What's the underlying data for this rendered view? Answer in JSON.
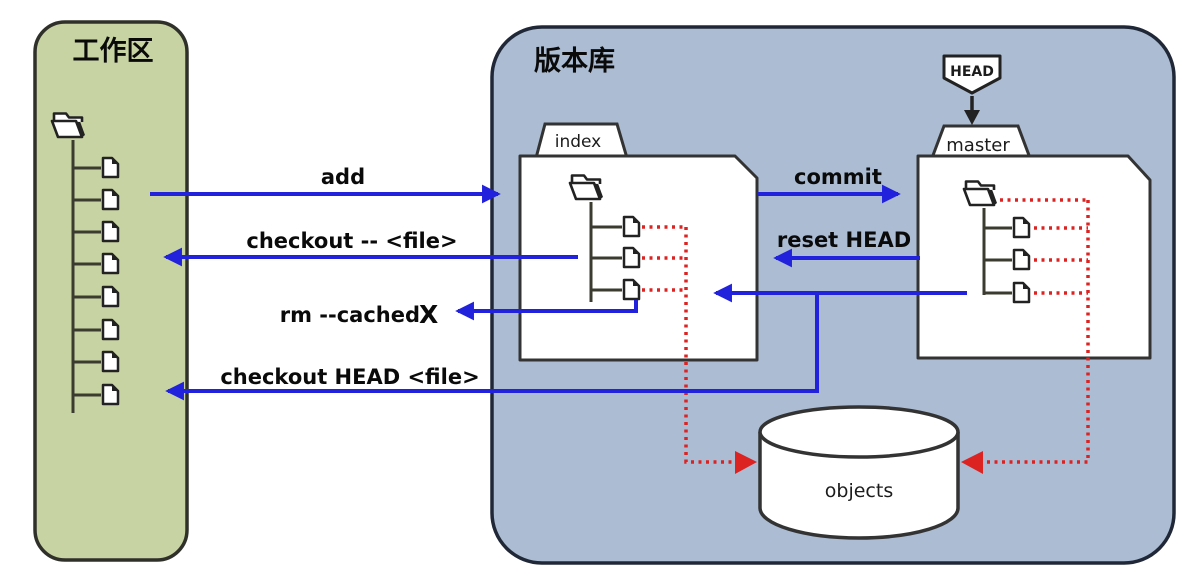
{
  "panels": {
    "working_area": {
      "title": "工作区"
    },
    "repository": {
      "title": "版本库"
    }
  },
  "nodes": {
    "index": {
      "label": "index",
      "file_count": 3
    },
    "master": {
      "label": "master",
      "file_count": 3
    },
    "head": {
      "label": "HEAD"
    },
    "objects": {
      "label": "objects"
    },
    "working_tree": {
      "file_count": 8
    }
  },
  "arrows": {
    "add": {
      "label": "add",
      "from": "working-area",
      "to": "index",
      "style": "solid-blue"
    },
    "commit": {
      "label": "commit",
      "from": "index",
      "to": "master",
      "style": "solid-blue"
    },
    "checkout_file": {
      "label": "checkout -- <file>",
      "from": "index",
      "to": "working-area",
      "style": "solid-blue"
    },
    "reset_head": {
      "label": "reset HEAD",
      "from": "master",
      "to": "index",
      "style": "solid-blue"
    },
    "rm_cached": {
      "label": "rm --cached",
      "x_mark": "X",
      "from": "index",
      "to": "working-area",
      "style": "solid-blue"
    },
    "checkout_head_file": {
      "label": "checkout HEAD <file>",
      "from": "master",
      "to": "working-area",
      "style": "solid-blue"
    },
    "object_links": {
      "style": "dotted-red",
      "description-icon": "red-dotted-arrow"
    }
  },
  "colors": {
    "blue_arrow": "#2222dd",
    "red_dotted": "#dd2222",
    "x_mark": "#dd1111",
    "working_panel_fill": "#c7d3a2",
    "repo_panel_fill": "#abbcd3",
    "node_fill": "#ffffff",
    "outline": "#2e2e28",
    "tree_line": "#3b3b30"
  }
}
